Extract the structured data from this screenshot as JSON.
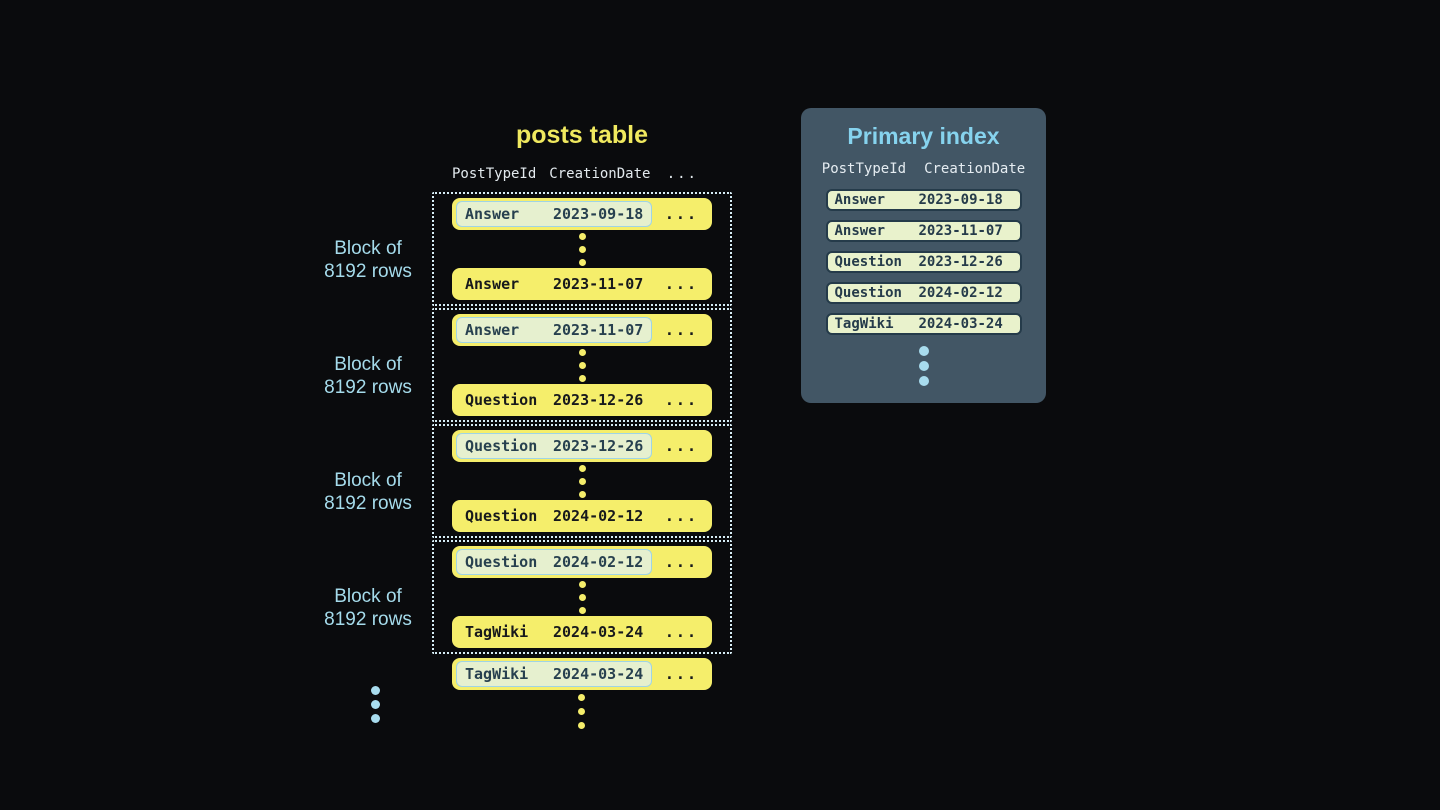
{
  "colors": {
    "background": "#0a0b0d",
    "row_yellow": "#f5ee6b",
    "title_yellow": "#f0e95f",
    "highlight_bg": "#e6f0cf",
    "highlight_border": "#9fd4e6",
    "dotted_border": "#d6edf5",
    "block_label_blue": "#a5dbeb",
    "panel_bg": "#425665",
    "panel_title_blue": "#86d3ee",
    "pill_bg": "#e9f2cc",
    "pill_border": "#253b4a",
    "dots_blue": "#a8dcee"
  },
  "posts_table": {
    "title": "posts table",
    "columns": [
      "PostTypeId",
      "CreationDate"
    ],
    "more_columns": "...",
    "row_ellipsis": "...",
    "block_label": {
      "line1": "Block of",
      "line2": "8192 rows"
    },
    "blocks": [
      {
        "first": {
          "type": "Answer",
          "date": "2023-09-18"
        },
        "last": {
          "type": "Answer",
          "date": "2023-11-07"
        }
      },
      {
        "first": {
          "type": "Answer",
          "date": "2023-11-07"
        },
        "last": {
          "type": "Question",
          "date": "2023-12-26"
        }
      },
      {
        "first": {
          "type": "Question",
          "date": "2023-12-26"
        },
        "last": {
          "type": "Question",
          "date": "2024-02-12"
        }
      },
      {
        "first": {
          "type": "Question",
          "date": "2024-02-12"
        },
        "last": {
          "type": "TagWiki",
          "date": "2024-03-24"
        }
      }
    ],
    "tail_row": {
      "type": "TagWiki",
      "date": "2024-03-24"
    }
  },
  "primary_index": {
    "title": "Primary index",
    "columns": [
      "PostTypeId",
      "CreationDate"
    ],
    "rows": [
      {
        "type": "Answer",
        "date": "2023-09-18"
      },
      {
        "type": "Answer",
        "date": "2023-11-07"
      },
      {
        "type": "Question",
        "date": "2023-12-26"
      },
      {
        "type": "Question",
        "date": "2024-02-12"
      },
      {
        "type": "TagWiki",
        "date": "2024-03-24"
      }
    ]
  }
}
